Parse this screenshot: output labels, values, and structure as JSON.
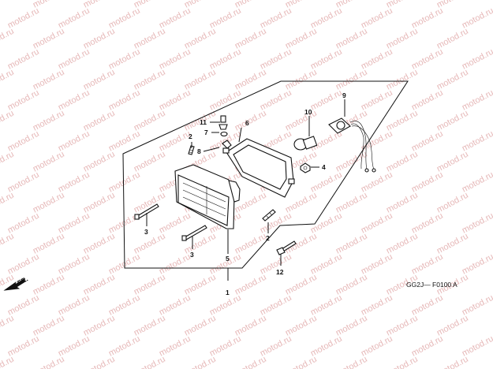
{
  "watermark": "motod.ru",
  "diagram_code": "GG2J— F0100 A",
  "front_label": "FR.",
  "callouts": {
    "n1": "1",
    "n2a": "2",
    "n2b": "2",
    "n3a": "3",
    "n3b": "3",
    "n4": "4",
    "n5": "5",
    "n6": "6",
    "n7": "7",
    "n8": "8",
    "n9": "9",
    "n10": "10",
    "n11": "11",
    "n12": "12"
  }
}
